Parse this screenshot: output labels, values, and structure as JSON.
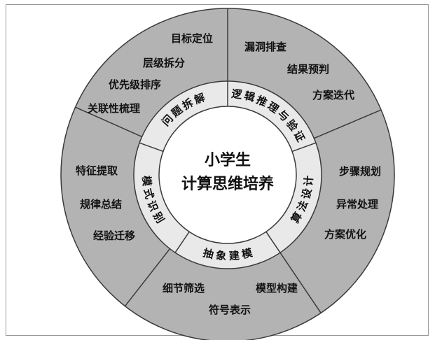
{
  "center": {
    "line1": "小学生",
    "line2": "计算思维培养"
  },
  "colors": {
    "outer_ring": "#b3b3b3",
    "inner_ring": "#e9e9e9",
    "core": "#ffffff",
    "lines": "#3a3a3a"
  },
  "segments": [
    {
      "name": "问题拆解",
      "items": [
        "目标定位",
        "层级拆分",
        "优先级排序",
        "关联性梳理"
      ]
    },
    {
      "name": "逻辑推理与验证",
      "items": [
        "漏洞排查",
        "结果预判",
        "方案迭代"
      ]
    },
    {
      "name": "算法设计",
      "items": [
        "步骤规划",
        "异常处理",
        "方案优化"
      ]
    },
    {
      "name": "抽象建模",
      "items": [
        "细节筛选",
        "模型构建",
        "符号表示"
      ]
    },
    {
      "name": "模式识别",
      "items": [
        "特征提取",
        "规律总结",
        "经验迁移"
      ]
    }
  ]
}
